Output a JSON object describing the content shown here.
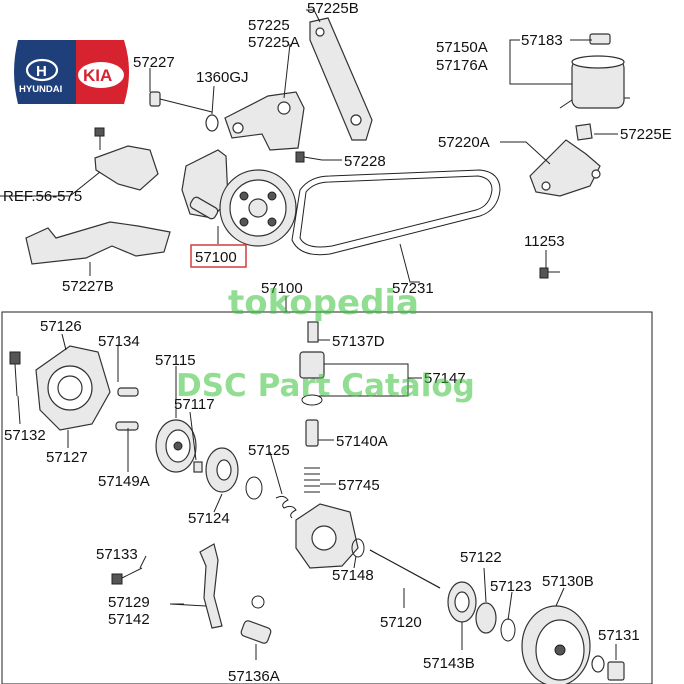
{
  "logos": {
    "hyundai": "HYUNDAI",
    "kia": "KIA",
    "hyundai_color": "#1f3f7a",
    "kia_color": "#d7232f"
  },
  "watermarks": {
    "top": "tokopedia",
    "middle": "DSC Part Catalog"
  },
  "ref_label": "REF.56-575",
  "highlighted_part": "57100",
  "highlight_color": "#d43b3b",
  "labels": {
    "p57225B": "57225B",
    "p57225": "57225",
    "p57225A": "57225A",
    "p57227": "57227",
    "p1360GJ": "1360GJ",
    "p57150A": "57150A",
    "p57176A": "57176A",
    "p57183": "57183",
    "p57220A": "57220A",
    "p57225E": "57225E",
    "p57228": "57228",
    "p57227B": "57227B",
    "p11253": "11253",
    "p57231": "57231",
    "p57100b": "57100",
    "p57126": "57126",
    "p57134": "57134",
    "p57115": "57115",
    "p57117": "57117",
    "p57132": "57132",
    "p57127": "57127",
    "p57149A": "57149A",
    "p57124": "57124",
    "p57125": "57125",
    "p57137D": "57137D",
    "p57147": "57147",
    "p57140A": "57140A",
    "p57745": "57745",
    "p57148": "57148",
    "p57122": "57122",
    "p57123": "57123",
    "p57130B": "57130B",
    "p57133": "57133",
    "p57129": "57129",
    "p57142": "57142",
    "p57120": "57120",
    "p57143B": "57143B",
    "p57131": "57131",
    "p57136A": "57136A"
  }
}
